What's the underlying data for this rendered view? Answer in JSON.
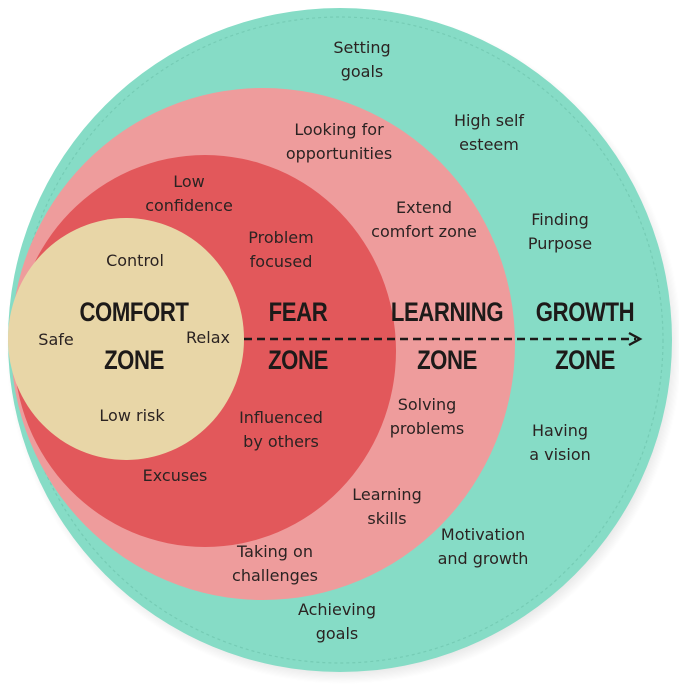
{
  "colors": {
    "growth": "#86dcc6",
    "growth_edge": "#79cfb9",
    "learning": "#ee9c9c",
    "fear": "#e2585b",
    "comfort": "#e8d6a7",
    "text": "#2b2322",
    "arrow": "#1d1a19"
  },
  "zones": [
    {
      "name": "comfort",
      "line1": "COMFORT",
      "line2": "ZONE"
    },
    {
      "name": "fear",
      "line1": "FEAR",
      "line2": "ZONE"
    },
    {
      "name": "learning",
      "line1": "LEARNING",
      "line2": "ZONE"
    },
    {
      "name": "growth",
      "line1": "GROWTH",
      "line2": "ZONE"
    }
  ],
  "comfort_items": {
    "control": "Control",
    "safe": "Safe",
    "relax": "Relax",
    "low_risk": "Low risk"
  },
  "fear_items": {
    "low_confidence": [
      "Low",
      "confidence"
    ],
    "problem_focused": [
      "Problem",
      "focused"
    ],
    "influenced": [
      "Influenced",
      "by others"
    ],
    "excuses": "Excuses"
  },
  "learning_items": {
    "opportunities": [
      "Looking for",
      "opportunities"
    ],
    "extend": [
      "Extend",
      "comfort zone"
    ],
    "solving": [
      "Solving",
      "problems"
    ],
    "learning_skills": [
      "Learning",
      "skills"
    ],
    "challenges": [
      "Taking on",
      "challenges"
    ]
  },
  "growth_items": {
    "setting_goals": [
      "Setting",
      "goals"
    ],
    "self_esteem": [
      "High self",
      "esteem"
    ],
    "purpose": [
      "Finding",
      "Purpose"
    ],
    "vision": [
      "Having",
      "a vision"
    ],
    "motivation": [
      "Motivation",
      "and growth"
    ],
    "achieving": [
      "Achieving",
      "goals"
    ]
  }
}
